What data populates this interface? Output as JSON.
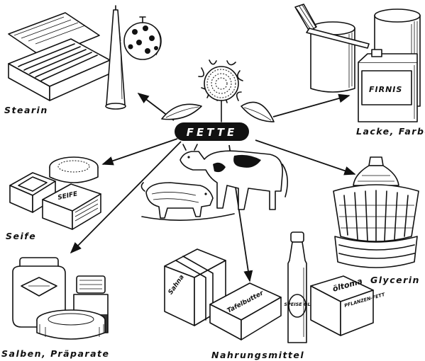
{
  "center": {
    "label": "FETTE"
  },
  "nodes": [
    {
      "id": "stearin",
      "label": "Stearin"
    },
    {
      "id": "lacke",
      "label": "Lacke, Farben"
    },
    {
      "id": "seife",
      "label": "Seife"
    },
    {
      "id": "glycerin",
      "label": "Glycerin"
    },
    {
      "id": "salben",
      "label": "Salben, Präparate"
    },
    {
      "id": "nahrung",
      "label": "Nahrungsmittel"
    }
  ],
  "package_texts": {
    "firnis": "FIRNIS",
    "seife_bar": "SEIFE",
    "tafelbutter": "Tafelbutter",
    "speiseoel": "SPEISE ÖL",
    "sahna": "Sahna",
    "oltoma": "öltoma",
    "pflanzenfett": "PFLANZEN-FETT"
  },
  "edges": [
    {
      "from": "center",
      "to": "stearin"
    },
    {
      "from": "center",
      "to": "lacke"
    },
    {
      "from": "center",
      "to": "seife"
    },
    {
      "from": "center",
      "to": "glycerin"
    },
    {
      "from": "center",
      "to": "salben"
    },
    {
      "from": "center",
      "to": "nahrung"
    }
  ]
}
